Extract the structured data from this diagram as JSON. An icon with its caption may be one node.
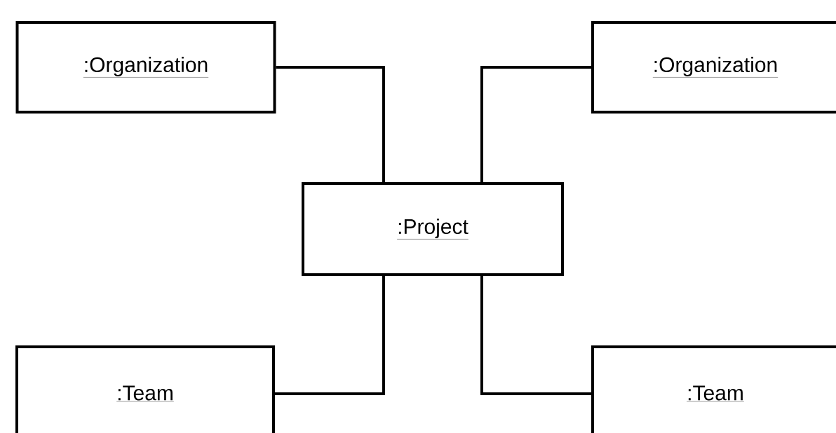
{
  "diagram": {
    "nodes": [
      {
        "text": [
          ":Organization"
        ]
      },
      {
        "text": [
          ":Organization"
        ]
      },
      {
        "text": [
          ":Project"
        ]
      },
      {
        "text": [
          ":Team"
        ]
      },
      {
        "text": [
          ":Team"
        ]
      }
    ],
    "edges": [
      {
        "from": 0,
        "to": 2,
        "arrow": "none"
      },
      {
        "from": 1,
        "to": 2,
        "arrow": "none"
      },
      {
        "from": 2,
        "to": 3,
        "arrow": "none"
      },
      {
        "from": 2,
        "to": 4,
        "arrow": "none"
      }
    ]
  }
}
